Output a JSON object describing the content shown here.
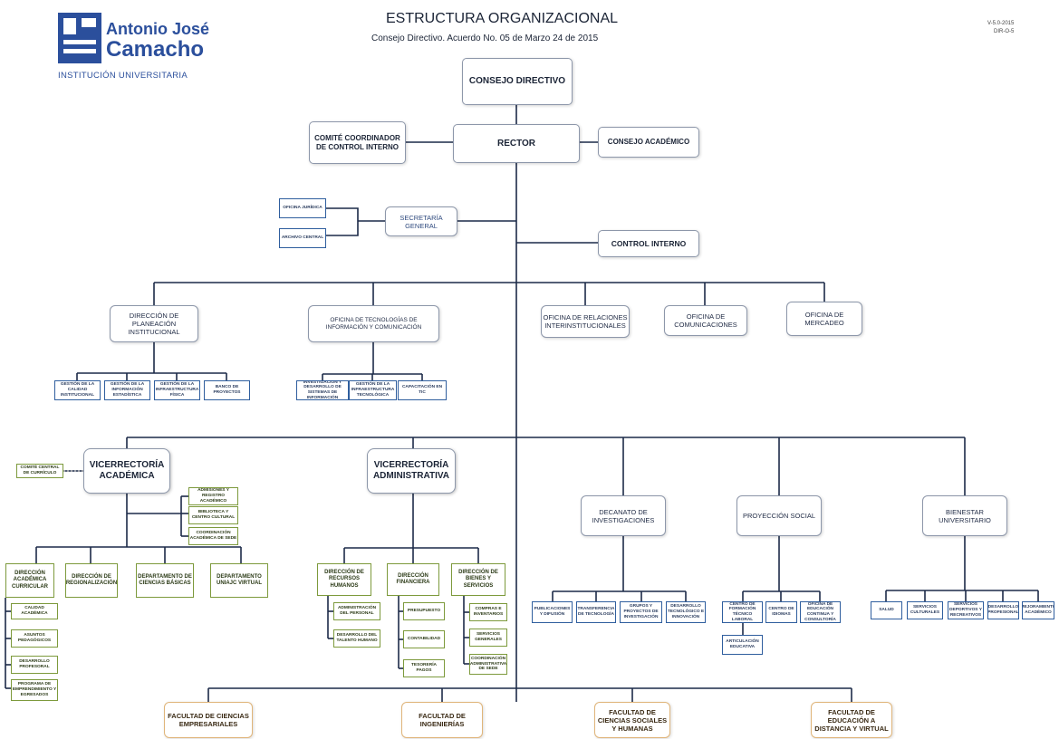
{
  "header": {
    "logo_line1": "Antonio José",
    "logo_line2": "Camacho",
    "logo_subtitle": "INSTITUCIÓN UNIVERSITARIA",
    "title": "ESTRUCTURA ORGANIZACIONAL",
    "subtitle": "Consejo Directivo. Acuerdo No. 05 de Marzo 24 de 2015",
    "version_line1": "V-5.0-2015",
    "version_line2": "DIR-O-5"
  },
  "colors": {
    "brand_blue": "#2b4f9c",
    "box_blue": "#2f5e9e",
    "box_green": "#7d9a3c",
    "box_orange": "#e0b57a",
    "line_navy": "#1c2a48"
  },
  "org": {
    "consejo_directivo": "CONSEJO DIRECTIVO",
    "rector": "RECTOR",
    "comite": "COMITÉ COORDINADOR DE CONTROL INTERNO",
    "consejo_academico": "CONSEJO ACADÉMICO",
    "secretaria_general": "SECRETARÍA GENERAL",
    "oficina_juridica": "OFICINA JURÍDICA",
    "archivo_central": "ARCHIVO CENTRAL",
    "control_interno": "CONTROL INTERNO",
    "planeacion": "DIRECCIÓN DE PLANEACIÓN INSTITUCIONAL",
    "planeacion_children": [
      "GESTIÓN DE LA CALIDAD INSTITUCIONAL",
      "GESTIÓN DE LA INFORMACIÓN ESTADÍSTICA",
      "GESTIÓN DE LA INFRAESTRUCTURA FÍSICA",
      "BANCO DE PROYECTOS"
    ],
    "tic": "OFICINA DE TECNOLOGÍAS DE INFORMACIÓN Y COMUNICACIÓN",
    "tic_children": [
      "INVESTIGACIÓN Y DESARROLLO DE SISTEMAS DE INFORMACIÓN",
      "GESTIÓN DE LA INFRAESTRUCTURA TECNOLÓGICA",
      "CAPACITACIÓN EN TIC"
    ],
    "relaciones": "OFICINA DE RELACIONES INTERINSTITUCIONALES",
    "comunicaciones": "OFICINA DE COMUNICACIONES",
    "mercadeo": "OFICINA DE MERCADEO",
    "vic_academica": "VICERRECTORÍA ACADÉMICA",
    "comite_curricular": "COMITÉ CENTRAL DE CURRÍCULO",
    "vic_academica_side": [
      "ADMISIONES Y REGISTRO ACADÉMICO",
      "BIBLIOTECA Y CENTRO CULTURAL",
      "COORDINACIÓN ACADÉMICA DE SEDE"
    ],
    "vic_academica_dirs": [
      "DIRECCIÓN ACADÉMICA CURRICULAR",
      "DIRECCIÓN DE REGIONALIZACIÓN",
      "DEPARTAMENTO DE CIENCIAS BÁSICAS",
      "DEPARTAMENTO UNIAJC VIRTUAL"
    ],
    "curricular_children": [
      "CALIDAD ACADÉMICA",
      "ASUNTOS PEDAGÓGICOS",
      "DESARROLLO PROFESORAL",
      "PROGRAMA DE EMPRENDIMIENTO Y EGRESADOS"
    ],
    "vic_administrativa": "VICERRECTORÍA ADMINISTRATIVA",
    "vic_admin_dirs": [
      "DIRECCIÓN DE RECURSOS HUMANOS",
      "DIRECCIÓN FINANCIERA",
      "DIRECCIÓN DE BIENES Y SERVICIOS"
    ],
    "rrhh_children": [
      "ADMINISTRACIÓN DEL PERSONAL",
      "DESARROLLO DEL TALENTO HUMANO"
    ],
    "financiera_children": [
      "PRESUPUESTO",
      "CONTABILIDAD",
      "TESORERÍA PAGOS"
    ],
    "bienes_children": [
      "COMPRAS E INVENTARIOS",
      "SERVICIOS GENERALES",
      "COORDINACIÓN ADMINISTRATIVA DE SEDE"
    ],
    "investigaciones": "DECANATO DE INVESTIGACIONES",
    "investigaciones_children": [
      "PUBLICACIONES Y DIFUSIÓN",
      "TRANSFERENCIA DE TECNOLOGÍA",
      "GRUPOS Y PROYECTOS DE INVESTIGACIÓN",
      "DESARROLLO TECNOLÓGICO E INNOVACIÓN"
    ],
    "proyeccion": "PROYECCIÓN SOCIAL",
    "proyeccion_children": [
      "CENTRO DE FORMACIÓN TÉCNICO LABORAL",
      "CENTRO DE IDIOMAS",
      "OFICINA DE EDUCACIÓN CONTINUA Y CONSULTORÍA"
    ],
    "articulacion": "ARTICULACIÓN EDUCATIVA",
    "bienestar": "BIENESTAR UNIVERSITARIO",
    "bienestar_children": [
      "SALUD",
      "SERVICIOS CULTURALES",
      "SERVICIOS DEPORTIVOS Y RECREATIVOS",
      "DESARROLLO PROFESIONAL",
      "MEJORAMIENTO ACADÉMICO"
    ],
    "facultades": [
      "FACULTAD DE CIENCIAS EMPRESARIALES",
      "FACULTAD DE INGENIERÍAS",
      "FACULTAD DE CIENCIAS SOCIALES Y HUMANAS",
      "FACULTAD DE EDUCACIÓN A DISTANCIA Y VIRTUAL"
    ]
  }
}
